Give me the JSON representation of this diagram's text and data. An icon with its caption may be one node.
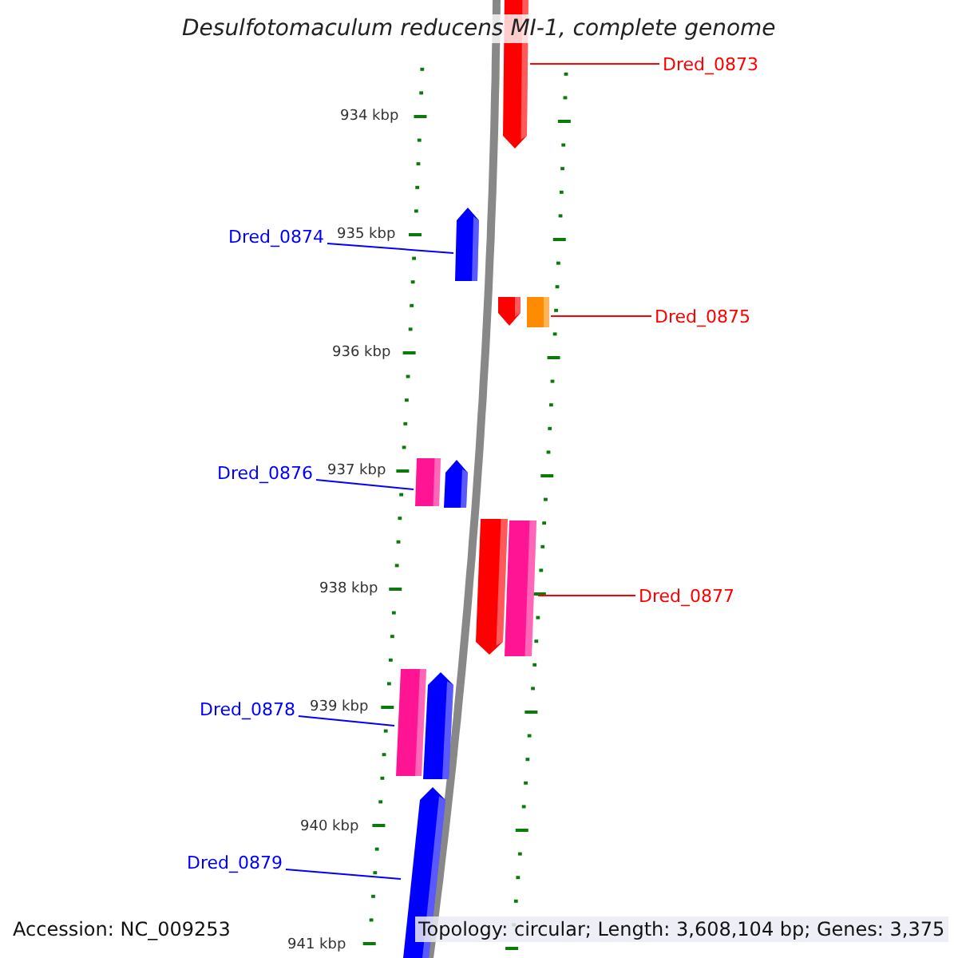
{
  "diagram": {
    "title": "Desulfotomaculum reducens MI-1, complete genome",
    "nodes": [
      {
        "text": [
          "Dred_0873"
        ]
      },
      {
        "text": [
          "Dred_0874"
        ]
      },
      {
        "text": [
          "Dred_0875"
        ]
      },
      {
        "text": [
          "Dred_0876"
        ]
      },
      {
        "text": [
          "Dred_0877"
        ]
      },
      {
        "text": [
          "Dred_0878"
        ]
      },
      {
        "text": [
          "Dred_0879"
        ]
      },
      {
        "text": [],
        "shape": "arrow"
      },
      {
        "text": [],
        "shape": "arrow"
      },
      {
        "text": [],
        "shape": "arrow"
      },
      {
        "text": [],
        "shape": "bar"
      },
      {
        "text": [],
        "shape": "bar"
      },
      {
        "text": [],
        "shape": "arrow"
      },
      {
        "text": [],
        "shape": "arrow"
      },
      {
        "text": [],
        "shape": "bar"
      },
      {
        "text": [],
        "shape": "bar"
      },
      {
        "text": [],
        "shape": "arrow"
      },
      {
        "text": [],
        "shape": "arrow"
      }
    ],
    "edges": [
      {
        "from": 0,
        "to": 7,
        "arrow": "none",
        "color": "#ff0000"
      },
      {
        "from": 1,
        "to": 8,
        "arrow": "none"
      },
      {
        "from": 2,
        "to": 10,
        "arrow": "none",
        "color": "#ff0000"
      },
      {
        "from": 3,
        "to": 11,
        "arrow": "none"
      },
      {
        "from": 4,
        "to": 14,
        "arrow": "none",
        "color": "#ff0000"
      },
      {
        "from": 5,
        "to": 15,
        "arrow": "none"
      },
      {
        "from": 6,
        "to": 17,
        "arrow": "none"
      }
    ],
    "labels": [
      "934 kbp",
      "935 kbp",
      "936 kbp",
      "937 kbp",
      "938 kbp",
      "939 kbp",
      "940 kbp",
      "941 kbp",
      "Accession: NC_009253",
      "Topology: circular; Length: 3,608,104 bp; Genes: 3,375"
    ]
  }
}
